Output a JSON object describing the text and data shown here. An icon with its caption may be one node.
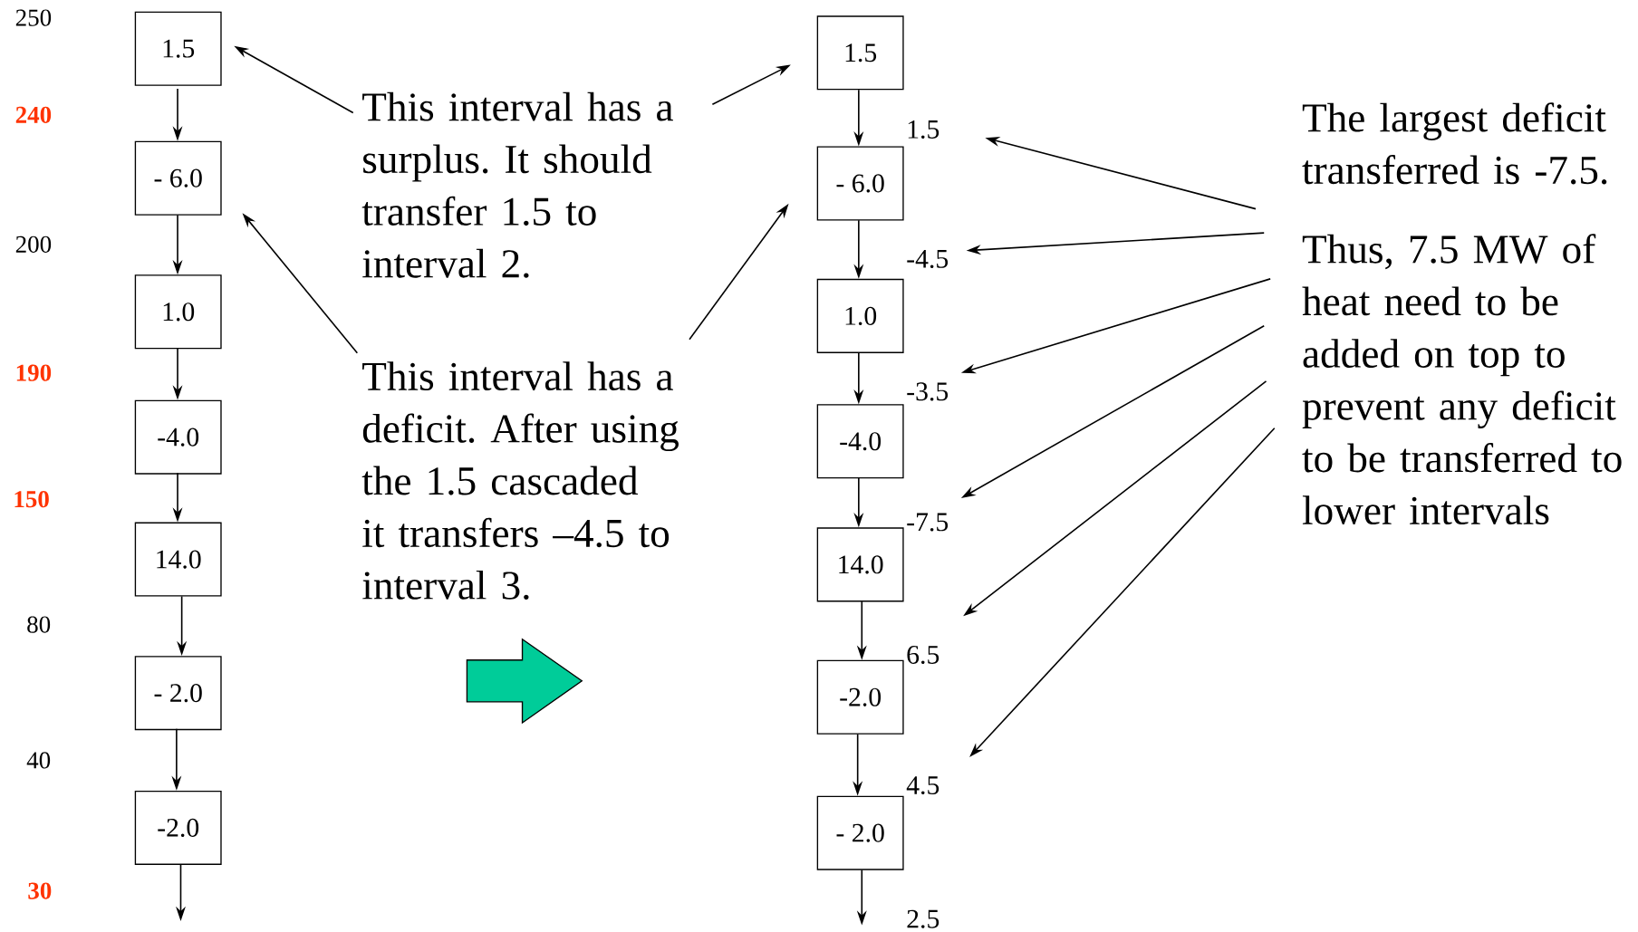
{
  "diagram": {
    "nodes": [
      {
        "text": [
          "1.5"
        ]
      },
      {
        "text": [
          "- 6.0"
        ]
      },
      {
        "text": [
          "1.0"
        ]
      },
      {
        "text": [
          "-4.0"
        ]
      },
      {
        "text": [
          "14.0"
        ]
      },
      {
        "text": [
          "- 2.0"
        ]
      },
      {
        "text": [
          "-2.0"
        ]
      },
      {
        "text": [
          "This interval has a surplus. It should transfer 1.5 to interval 2."
        ]
      },
      {
        "text": [
          "This interval has a deficit. After using the 1.5 cascaded it transfers –4.5 to interval 3."
        ]
      },
      {
        "text": [
          "1.5"
        ]
      },
      {
        "text": [
          "- 6.0"
        ]
      },
      {
        "text": [
          "1.0"
        ]
      },
      {
        "text": [
          "-4.0"
        ]
      },
      {
        "text": [
          "14.0"
        ]
      },
      {
        "text": [
          "-2.0"
        ]
      },
      {
        "text": [
          "- 2.0"
        ]
      },
      {
        "text": [
          "1.5"
        ]
      },
      {
        "text": [
          "-4.5"
        ]
      },
      {
        "text": [
          "-3.5"
        ]
      },
      {
        "text": [
          "-7.5"
        ]
      },
      {
        "text": [
          "6.5"
        ]
      },
      {
        "text": [
          "4.5"
        ]
      },
      {
        "text": [
          "2.5"
        ]
      },
      {
        "text": [
          "The largest deficit transferred is -7.5.",
          "Thus, 7.5 MW of heat need to be added on top to prevent any deficit to be transferred to lower intervals"
        ]
      }
    ],
    "edges": [
      {
        "from": 0,
        "to": 1,
        "arrow": "to"
      },
      {
        "from": 1,
        "to": 2,
        "arrow": "to"
      },
      {
        "from": 2,
        "to": 3,
        "arrow": "to"
      },
      {
        "from": 3,
        "to": 4,
        "arrow": "to"
      },
      {
        "from": 4,
        "to": 5,
        "arrow": "to"
      },
      {
        "from": 5,
        "to": 6,
        "arrow": "to"
      },
      {
        "from": 6,
        "to": null,
        "arrow": "to"
      },
      {
        "from": 9,
        "to": 10,
        "arrow": "to"
      },
      {
        "from": 10,
        "to": 11,
        "arrow": "to"
      },
      {
        "from": 11,
        "to": 12,
        "arrow": "to"
      },
      {
        "from": 12,
        "to": 13,
        "arrow": "to"
      },
      {
        "from": 13,
        "to": 14,
        "arrow": "to"
      },
      {
        "from": 14,
        "to": 15,
        "arrow": "to"
      },
      {
        "from": 15,
        "to": null,
        "arrow": "to"
      },
      {
        "from": 7,
        "to": 0,
        "arrow": "to"
      },
      {
        "from": 7,
        "to": 9,
        "arrow": "to"
      },
      {
        "from": 8,
        "to": 1,
        "arrow": "to"
      },
      {
        "from": 8,
        "to": 10,
        "arrow": "to"
      },
      {
        "from": 23,
        "to": 16,
        "arrow": "to"
      },
      {
        "from": 23,
        "to": 17,
        "arrow": "to"
      },
      {
        "from": 23,
        "to": 18,
        "arrow": "to"
      },
      {
        "from": 23,
        "to": 19,
        "arrow": "to"
      },
      {
        "from": 23,
        "to": 20,
        "arrow": "to"
      },
      {
        "from": 23,
        "to": 21,
        "arrow": "to"
      }
    ],
    "labels": [
      "250",
      "240",
      "200",
      "190",
      "150",
      "80",
      "40",
      "30"
    ]
  }
}
